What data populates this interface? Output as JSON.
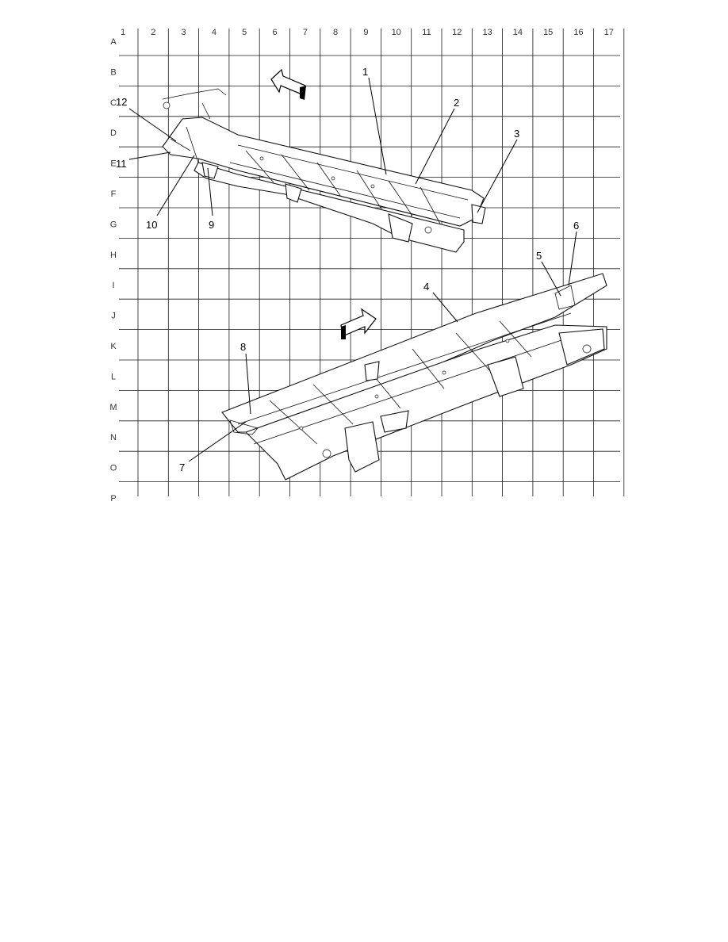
{
  "grid": {
    "columns": [
      "1",
      "2",
      "3",
      "4",
      "5",
      "6",
      "7",
      "8",
      "9",
      "10",
      "11",
      "12",
      "13",
      "14",
      "15",
      "16",
      "17"
    ],
    "rows": [
      "A",
      "B",
      "C",
      "D",
      "E",
      "F",
      "G",
      "H",
      "I",
      "J",
      "K",
      "L",
      "M",
      "N",
      "O",
      "P"
    ]
  },
  "callouts": [
    {
      "id": "1",
      "label": "1"
    },
    {
      "id": "2",
      "label": "2"
    },
    {
      "id": "3",
      "label": "3"
    },
    {
      "id": "4",
      "label": "4"
    },
    {
      "id": "5",
      "label": "5"
    },
    {
      "id": "6",
      "label": "6"
    },
    {
      "id": "7",
      "label": "7"
    },
    {
      "id": "8",
      "label": "8"
    },
    {
      "id": "9",
      "label": "9"
    },
    {
      "id": "10",
      "label": "10"
    },
    {
      "id": "11",
      "label": "11"
    },
    {
      "id": "12",
      "label": "12"
    }
  ],
  "icons": {
    "top_view_direction": "direction-arrow-left-icon",
    "bottom_view_direction": "direction-arrow-right-icon"
  },
  "colors": {
    "line": "#111111",
    "background": "#ffffff"
  }
}
